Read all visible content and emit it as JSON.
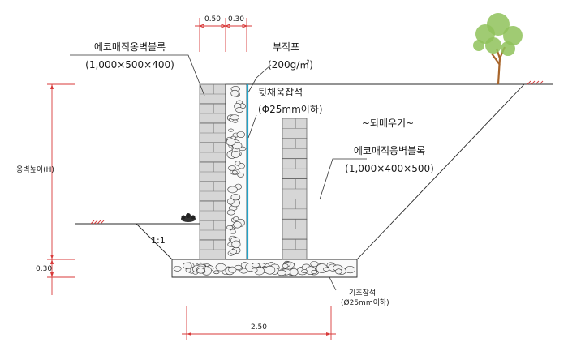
{
  "labels": {
    "block_left_name": "에코매직옹벽블록",
    "block_left_size": "(1,000×500×400)",
    "fabric_name": "부직포",
    "fabric_spec": "(200g/㎡)",
    "backfill_name": "뒷채움잡석",
    "backfill_spec": "(Φ25mm이하)",
    "backfill_soil": "~되메우기~",
    "block_right_name": "에코매직옹벽블록",
    "block_right_size": "(1,000×400×500)",
    "wall_height": "옹벽높이(H)",
    "slope": "1:1",
    "foundation_name": "기초잡석",
    "foundation_spec": "(Ø25mm이하)"
  },
  "dimensions": {
    "top_a": "0.50",
    "top_b": "0.30",
    "left_foundation": "0.30",
    "bottom_width": "2.50"
  },
  "colors": {
    "dimension_line": "#d83a3a",
    "drain_line": "#1fa3c9",
    "block_fill": "#d6d6d6",
    "tree_foliage": "#8fc25a",
    "tree_trunk": "#a8652b"
  }
}
